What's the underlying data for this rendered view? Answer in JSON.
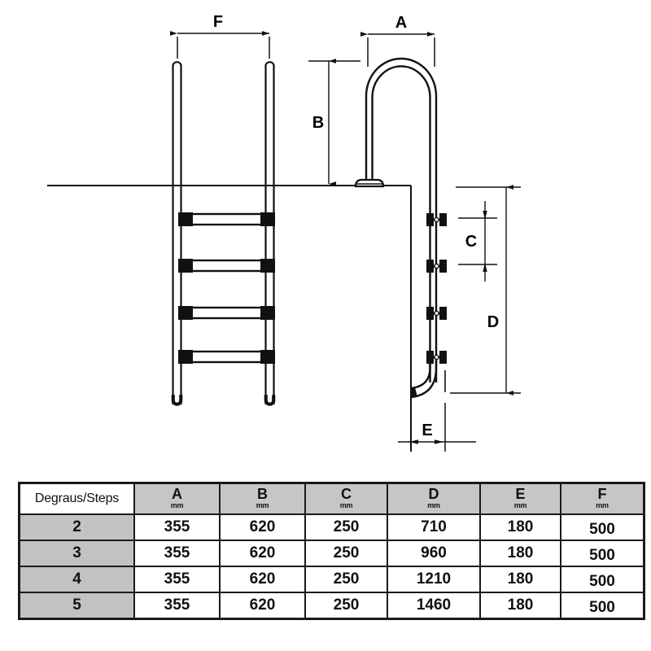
{
  "drawing": {
    "title_alt": "Pool ladder dimensional drawing",
    "dimension_labels": {
      "A": "A",
      "B": "B",
      "C": "C",
      "D": "D",
      "E": "E",
      "F": "F"
    },
    "views": {
      "front": "front-view-ladder",
      "side": "side-view-ladder"
    },
    "step_count_drawn": 4,
    "line_color": "#111111"
  },
  "table": {
    "columns": [
      {
        "letter": "Degraus/Steps",
        "unit": ""
      },
      {
        "letter": "A",
        "unit": "mm"
      },
      {
        "letter": "B",
        "unit": "mm"
      },
      {
        "letter": "C",
        "unit": "mm"
      },
      {
        "letter": "D",
        "unit": "mm"
      },
      {
        "letter": "E",
        "unit": "mm"
      },
      {
        "letter": "F",
        "unit": "mm"
      }
    ],
    "rows": [
      {
        "steps": "2",
        "A": "355",
        "B": "620",
        "C": "250",
        "D": "710",
        "E": "180",
        "F": "500"
      },
      {
        "steps": "3",
        "A": "355",
        "B": "620",
        "C": "250",
        "D": "960",
        "E": "180",
        "F": "500"
      },
      {
        "steps": "4",
        "A": "355",
        "B": "620",
        "C": "250",
        "D": "1210",
        "E": "180",
        "F": "500"
      },
      {
        "steps": "5",
        "A": "355",
        "B": "620",
        "C": "250",
        "D": "1460",
        "E": "180",
        "F": "500"
      }
    ]
  },
  "colors": {
    "header_fill": "#c6c6c6",
    "steps_fill": "#c2c2c2",
    "border": "#1a1a1a",
    "ink": "#111111"
  }
}
